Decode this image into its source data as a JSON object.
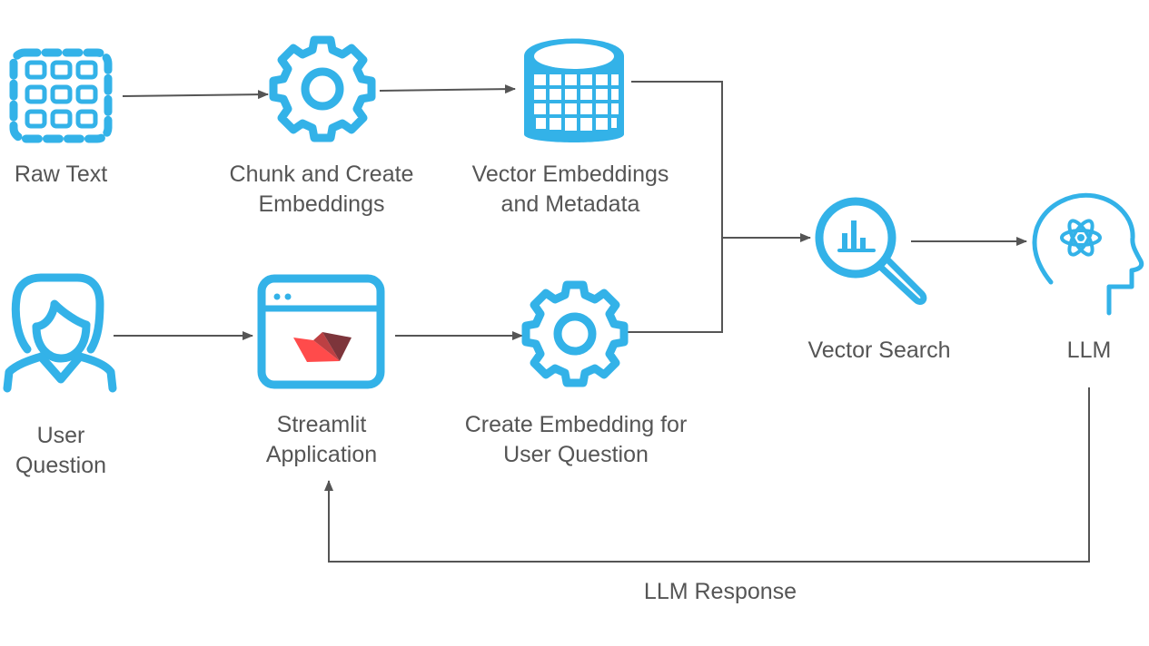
{
  "colors": {
    "icon": "#33b2e8",
    "connector": "#555555",
    "text": "#555555",
    "streamlit_logo": [
      "#ff4b4b",
      "#bd4043",
      "#7d353b"
    ]
  },
  "nodes": [
    {
      "id": "raw-text",
      "icon": "dashed-grid-icon",
      "lines": [
        "Raw Text"
      ]
    },
    {
      "id": "chunk",
      "icon": "gear-icon",
      "lines": [
        "Chunk and Create",
        "Embeddings"
      ]
    },
    {
      "id": "vector-db",
      "icon": "database-icon",
      "lines": [
        "Vector Embeddings",
        "and Metadata"
      ]
    },
    {
      "id": "user",
      "icon": "user-icon",
      "lines": [
        "User",
        "Question"
      ]
    },
    {
      "id": "streamlit",
      "icon": "browser-window-icon",
      "lines": [
        "Streamlit",
        "Application"
      ]
    },
    {
      "id": "embed-question",
      "icon": "gear-icon",
      "lines": [
        "Create Embedding for",
        "User Question"
      ]
    },
    {
      "id": "vector-search",
      "icon": "magnifier-chart-icon",
      "lines": [
        "Vector Search"
      ]
    },
    {
      "id": "llm",
      "icon": "head-atom-icon",
      "lines": [
        "LLM"
      ]
    }
  ],
  "edges": [
    {
      "from": "raw-text",
      "to": "chunk"
    },
    {
      "from": "chunk",
      "to": "vector-db"
    },
    {
      "from": "vector-db",
      "to": "vector-search"
    },
    {
      "from": "user",
      "to": "streamlit"
    },
    {
      "from": "streamlit",
      "to": "embed-question"
    },
    {
      "from": "embed-question",
      "to": "vector-search"
    },
    {
      "from": "vector-search",
      "to": "llm"
    },
    {
      "from": "llm",
      "to": "streamlit",
      "label": "LLM Response"
    }
  ],
  "edge_label": "LLM Response"
}
